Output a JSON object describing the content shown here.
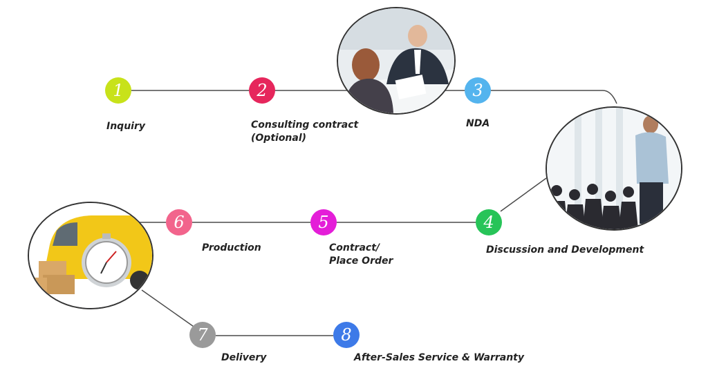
{
  "steps": [
    {
      "number": "1",
      "label": "Inquiry",
      "color": "#c8e21a"
    },
    {
      "number": "2",
      "label": "Consulting contract\n(Optional)",
      "color": "#e6265c"
    },
    {
      "number": "3",
      "label": "NDA",
      "color": "#54b4ee"
    },
    {
      "number": "4",
      "label": "Discussion and Development",
      "color": "#27c458"
    },
    {
      "number": "5",
      "label": "Contract/\nPlace Order",
      "color": "#e41ed8"
    },
    {
      "number": "6",
      "label": "Production",
      "color": "#f2648c"
    },
    {
      "number": "7",
      "label": "Delivery",
      "color": "#9a9a9a"
    },
    {
      "number": "8",
      "label": "After-Sales Service & Warranty",
      "color": "#3d7ae8"
    }
  ],
  "photos": [
    {
      "name": "meeting-photo"
    },
    {
      "name": "presentation-photo"
    },
    {
      "name": "delivery-van-stopwatch-photo"
    }
  ]
}
